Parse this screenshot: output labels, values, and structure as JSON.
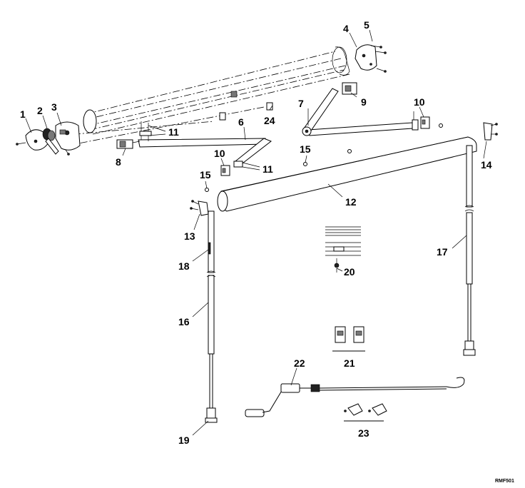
{
  "callouts": {
    "c1": "1",
    "c2": "2",
    "c3": "3",
    "c4": "4",
    "c5": "5",
    "c6": "6",
    "c7": "7",
    "c8": "8",
    "c9": "9",
    "c10a": "10",
    "c10b": "10",
    "c11a": "11",
    "c11b": "11",
    "c12": "12",
    "c13": "13",
    "c14": "14",
    "c15a": "15",
    "c15b": "15",
    "c16": "16",
    "c17": "17",
    "c18": "18",
    "c19": "19",
    "c20": "20",
    "c21": "21",
    "c22": "22",
    "c23": "23",
    "c24": "24"
  },
  "drawing_code": "RMF501"
}
